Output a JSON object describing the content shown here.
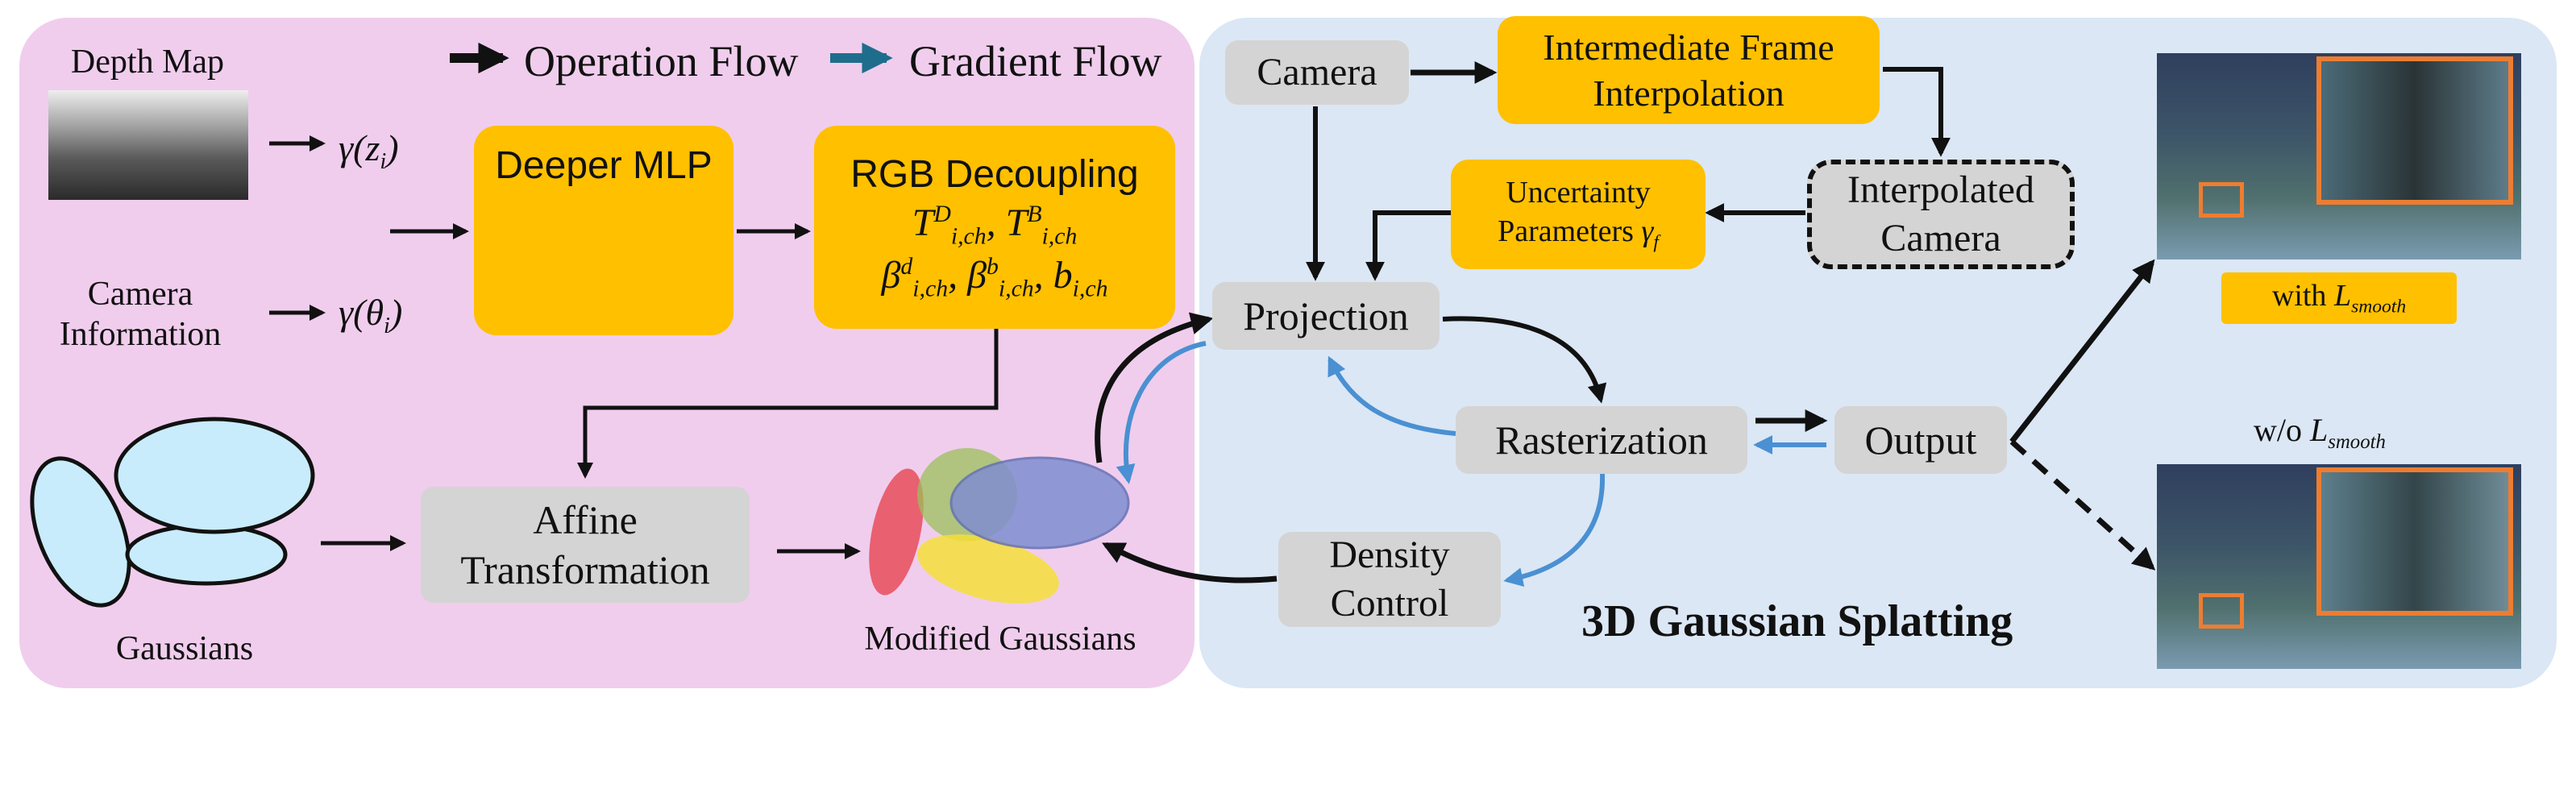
{
  "legend": {
    "operation_label": "Operation Flow",
    "gradient_label": "Gradient Flow"
  },
  "left_panel": {
    "depth_map_label": "Depth Map",
    "gamma_z": "γ(z",
    "gamma_z_sub": "i",
    "camera_info_label_line1": "Camera",
    "camera_info_label_line2": "Information",
    "gamma_theta": "γ(θ",
    "gamma_theta_sub": "i",
    "gaussians_label": "Gaussians",
    "modified_gaussians_label": "Modified Gaussians",
    "deeper_mlp": "Deeper MLP",
    "rgb_decoupling": {
      "title": "RGB Decoupling",
      "t": "T",
      "t_d_sup": "D",
      "t_b_sup": "B",
      "t_sub": "i,ch",
      "beta": "β",
      "beta_d_sup": "d",
      "beta_b_sup": "b",
      "beta_sub": "i,ch",
      "b": "b",
      "b_sub": "i,ch"
    },
    "affine_line1": "Affine",
    "affine_line2": "Transformation"
  },
  "right_panel": {
    "camera": "Camera",
    "interp_frame_line1": "Intermediate Frame",
    "interp_frame_line2": "Interpolation",
    "interp_camera_line1": "Interpolated",
    "interp_camera_line2": "Camera",
    "uncertainty_line1": "Uncertainty",
    "uncertainty_line2": "Parameters",
    "uncertainty_gamma": "γ",
    "uncertainty_gamma_sub": "f",
    "projection": "Projection",
    "rasterization": "Rasterization",
    "output": "Output",
    "density_line1": "Density",
    "density_line2": "Control",
    "title": "3D Gaussian Splatting",
    "with_label": "with ",
    "with_L": "L",
    "with_L_sub": "smooth",
    "without_label": "w/o ",
    "without_L": "L",
    "without_L_sub": "smooth"
  },
  "colors": {
    "left_panel_bg": "#f0cded",
    "right_panel_bg": "#dbe7f5",
    "yellow_box": "#ffc000",
    "gray_box": "#d4d4d4",
    "gradient_arrow": "#4a90d2",
    "operation_arrow": "#111111",
    "highlight_orange": "#ed7d31"
  },
  "icons": {
    "mlp": "neural-network-icon",
    "gaussians": "ellipses-icon",
    "modified_gaussians": "colored-ellipses-icon"
  }
}
